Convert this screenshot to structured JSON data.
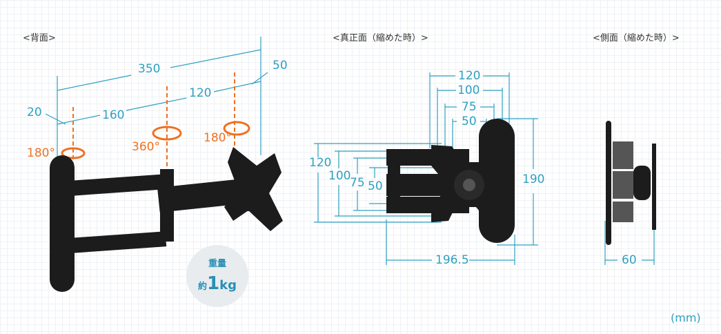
{
  "sections": {
    "back": "<背面>",
    "front": "<真正面（縮めた時）>",
    "side": "<側面（縮めた時）>"
  },
  "back_dims": {
    "d350": "350",
    "d50": "50",
    "d120": "120",
    "d160": "160",
    "d20": "20"
  },
  "rotations": {
    "r1": "180°",
    "r2": "360°",
    "r3": "180°"
  },
  "weight": {
    "label": "重量",
    "prefix": "約",
    "value": "1",
    "unit": "kg"
  },
  "front_dims": {
    "top120": "120",
    "top100": "100",
    "top75": "75",
    "top50": "50",
    "left120": "120",
    "left100": "100",
    "left75": "75",
    "left50": "50",
    "height190": "190",
    "width196": "196.5"
  },
  "side_dims": {
    "depth60": "60"
  },
  "unit": "(mm)",
  "colors": {
    "dimension": "#2ea0c0",
    "rotation": "#f07020",
    "product": "#1a1a1a"
  }
}
